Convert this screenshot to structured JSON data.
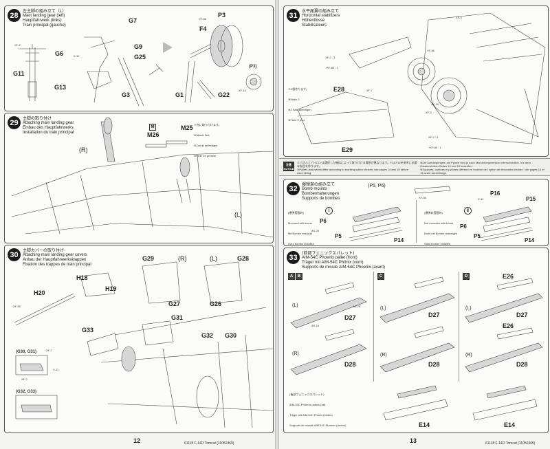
{
  "left_page": {
    "page_number": "12",
    "footer": "61118 F-14D Tomcat (11050369)",
    "step28": {
      "number": "28",
      "title_jp": "左主脚の組み立て（L）",
      "title_en": "Main landing gear (left)",
      "title_de": "Hauptfahrwerk (links)",
      "title_fr": "Train principal (gauche)",
      "part_labels": [
        "G7",
        "G6",
        "G11",
        "G13",
        "G25",
        "G3",
        "G1",
        "G22",
        "G9",
        "P3",
        "F4"
      ],
      "sub_labels": [
        "XF-2",
        "XF-56",
        "X-11",
        "XF-16",
        "(P3)"
      ]
    },
    "step29": {
      "number": "29",
      "title_jp": "主脚の取り付け",
      "title_en": "Attaching main landing gear",
      "title_de": "Einbau des Hauptfahrwerks",
      "title_fr": "Installation du train principal",
      "part_labels": [
        "M26",
        "M25",
        "(R)",
        "(L)"
      ],
      "note_lines": [
        "※先に取り付けます。",
        "※Attach first.",
        "※Zuerst befestigen.",
        "※Fixer en premier"
      ]
    },
    "step30": {
      "number": "30",
      "title_jp": "主脚カバーの取り付け",
      "title_en": "Attaching main landing gear covers",
      "title_de": "Anbau der Hauptfahrwerksklappen",
      "title_fr": "Fixation des trappes de train principal",
      "part_labels": [
        "H18",
        "H20",
        "H19",
        "G29",
        "G28",
        "G27",
        "G26",
        "G31",
        "G33",
        "G32",
        "G30",
        "(R)",
        "(L)"
      ],
      "box_labels": [
        "(G30, G31)",
        "(G32, G33)"
      ],
      "sub_labels": [
        "XF-56",
        "XF-7",
        "XF-2",
        "X-11"
      ]
    }
  },
  "right_page": {
    "page_number": "13",
    "footer": "61118 F-14D Tomcat (11050369)",
    "step31": {
      "number": "31",
      "title_jp": "水平尾翼の組み立て",
      "title_en": "Horizontal stabilizers",
      "title_de": "Höhenflosse",
      "title_fr": "Stabilisateurs",
      "part_labels": [
        "E28",
        "E29"
      ],
      "note_lines": [
        "※2個作ります。",
        "※Make 2.",
        "※2 Satz anfertigen.",
        "※Faire 2 jeux."
      ],
      "paint_labels": [
        "XF-2 : 3",
        "+XF-80 : 1",
        "XF-7",
        "XF-4",
        "XF-56",
        "XF-5",
        "XF-19",
        "XF-2 : 3",
        "+XF-80 : 1"
      ]
    },
    "note_bar": {
      "badge": "注意 NOTICE",
      "jp": "※パネルとパイロンは選択した機体によって取り付ける場所が異なります。P14,P15を参考に必要な部品を作ります。",
      "en": "※Pallets and pylons differ according to marking option chosen; see pages 14 and 15 before assembling.",
      "de": "※Die Aufhängungen und Pylone sind je nach Markierungsversion unterschiedlich. Vor dem Zusammenbau Seiten 14 und 15 beachten.",
      "fr": "※Supports, carénes et pylônes différent en fonction de l'option de décoration choisie. Voir pages 14 et 15 avant assemblage."
    },
    "step32": {
      "number": "32",
      "title_jp": "爆弾架の組み立て",
      "title_en": "Bomb mounts",
      "title_de": "Bombenhalterungen",
      "title_fr": "Supports de bombes",
      "part_labels": [
        "(P5, P6)",
        "P6",
        "P5",
        "P14",
        "P16",
        "P15",
        "P6",
        "P5",
        "P14"
      ],
      "option_left": [
        "(爆弾搭載時)",
        "Mounted with bomb",
        "Mit Bombe bestückt",
        "Avec bombe installée"
      ],
      "option_right": [
        "(爆弾非搭載時)",
        "Not mounted with bomb",
        "Nicht mit Bombe anbringen",
        "Sans bombe installée"
      ],
      "sub_labels": [
        "XF-56",
        "X-11",
        "AS-25"
      ]
    },
    "step33": {
      "number": "33",
      "title_jp": "(前部フェニックスパレット)",
      "title_en": "AIM-54C Phoenix pallet (front)",
      "title_de": "Träger mit AIM-54C Phönix (vorn)",
      "title_fr": "Supports de missile AIM-54C Phoenix (avant)",
      "rear_title_jp": "(後部フェニックスパレット)",
      "rear_title_en": "AIM-54C Phoenix pallets (aft)",
      "rear_title_de": "Träger mit AIM-54C Phönix (hinten)",
      "rear_title_fr": "Supports de missile AIM-54C Phoenix (arrière)",
      "options": [
        "A",
        "B",
        "C",
        "D"
      ],
      "part_labels": [
        "D27",
        "D28",
        "D27",
        "D28",
        "D27",
        "D28",
        "E26",
        "E26",
        "E14",
        "E14"
      ],
      "sides": [
        "(L)",
        "(R)"
      ],
      "sub_labels": [
        "AS-16",
        "AS-25"
      ]
    }
  },
  "colors": {
    "paper": "#f4f4f2",
    "ink": "#222222",
    "badge": "#1a1a1a"
  }
}
